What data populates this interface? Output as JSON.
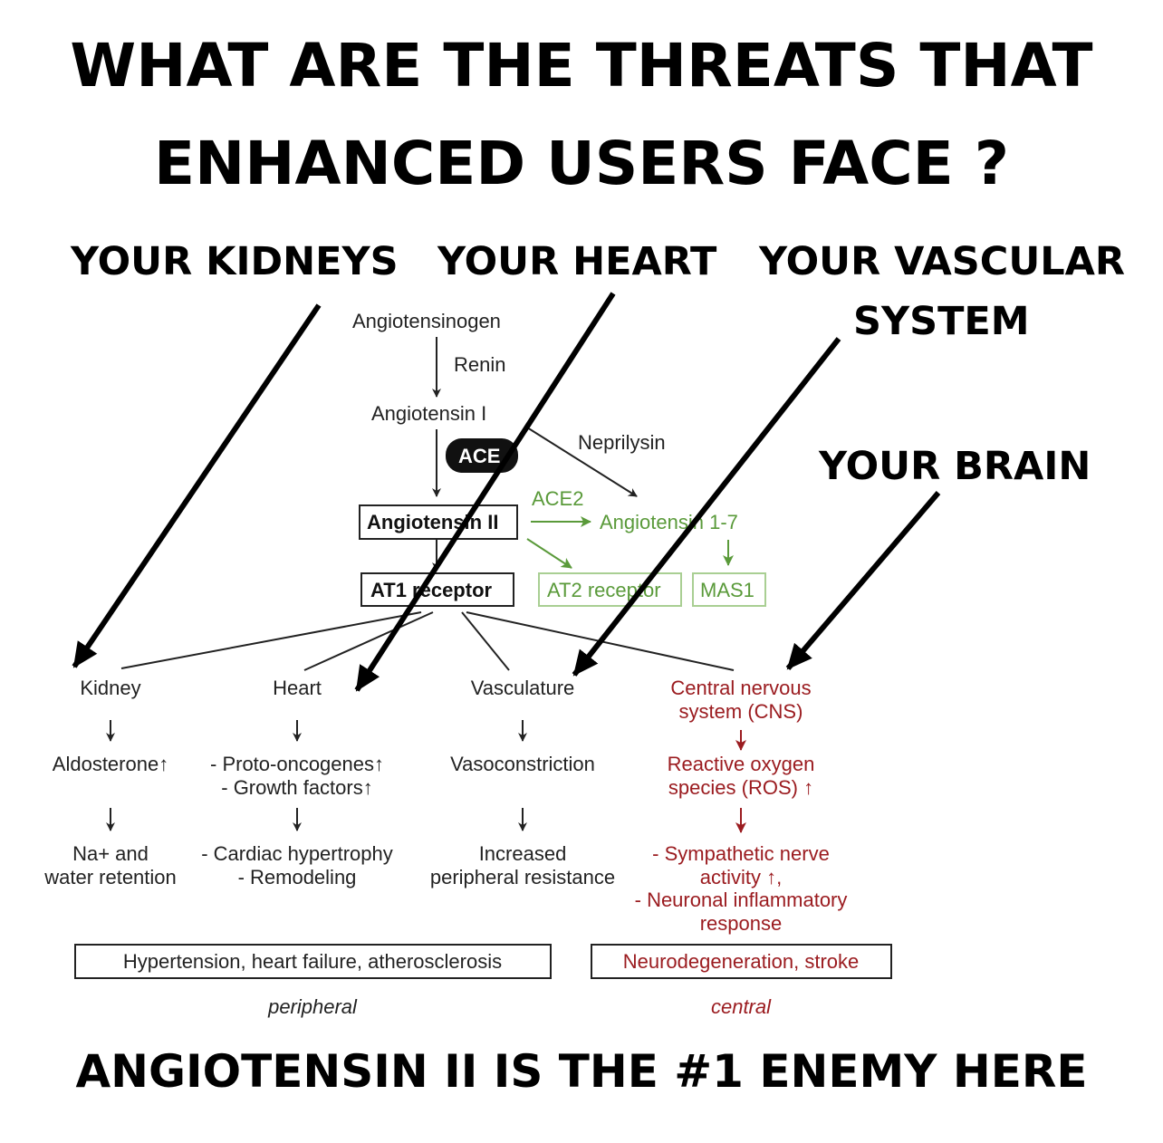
{
  "title": {
    "line1": "WHAT ARE THE THREATS THAT",
    "line2": "ENHANCED USERS FACE ?"
  },
  "callouts": {
    "kidneys": "YOUR KIDNEYS",
    "heart": "YOUR HEART",
    "vascular_line1": "YOUR VASCULAR",
    "vascular_line2": "SYSTEM",
    "brain": "YOUR BRAIN"
  },
  "diagram": {
    "angiotensinogen": "Angiotensinogen",
    "renin": "Renin",
    "angiotensin_i": "Angiotensin I",
    "ace": "ACE",
    "neprilysin": "Neprilysin",
    "ace2": "ACE2",
    "angiotensin_ii": "Angiotensin II",
    "angiotensin_1_7": "Angiotensin 1-7",
    "at1_receptor": "AT1 receptor",
    "at2_receptor": "AT2 receptor",
    "mas1": "MAS1",
    "kidney": {
      "organ": "Kidney",
      "effect1": "Aldosterone↑",
      "effect2_line1": "Na+ and",
      "effect2_line2": "water retention"
    },
    "heart": {
      "organ": "Heart",
      "effect1_line1": "- Proto-oncogenes↑",
      "effect1_line2": "- Growth factors↑",
      "effect2_line1": "- Cardiac hypertrophy",
      "effect2_line2": "- Remodeling"
    },
    "vasculature": {
      "organ": "Vasculature",
      "effect1": "Vasoconstriction",
      "effect2_line1": "Increased",
      "effect2_line2": "peripheral resistance"
    },
    "cns": {
      "organ_line1": "Central nervous",
      "organ_line2": "system (CNS)",
      "effect1_line1": "Reactive oxygen",
      "effect1_line2": "species (ROS) ↑",
      "effect2_line1": "- Sympathetic nerve",
      "effect2_line2": "activity ↑,",
      "effect2_line3": "- Neuronal inflammatory",
      "effect2_line4": "response"
    },
    "outcome_peripheral": "Hypertension, heart failure, atherosclerosis",
    "outcome_central": "Neurodegeneration, stroke",
    "peripheral_label": "peripheral",
    "central_label": "central"
  },
  "footer": "ANGIOTENSIN II IS THE #1 ENEMY HERE",
  "colors": {
    "green": "#5a9a3a",
    "red": "#9b1c20",
    "black": "#000000"
  }
}
